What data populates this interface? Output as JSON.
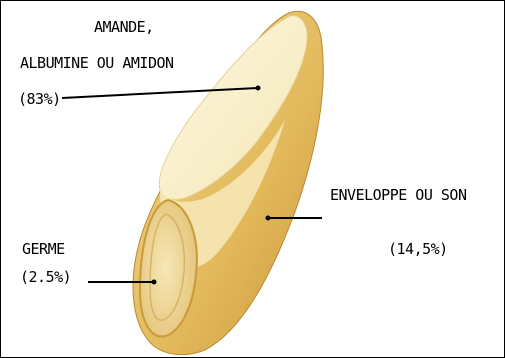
{
  "labels": {
    "amande_line1": "AMANDE,",
    "amande_line2": "ALBUMINE OU AMIDON",
    "amande_pct": "(83%)",
    "enveloppe_line1": "ENVELOPPE OU SON",
    "enveloppe_pct": "(14,5%)",
    "germe_line1": "GERME",
    "germe_pct": "(2.5%)"
  },
  "colors": {
    "amande": "#fbf3d1",
    "enveloppe": "#e8c66c",
    "enveloppe_shadow": "#c99a3a",
    "germe": "#f3dfa0",
    "leader": "#000000"
  }
}
